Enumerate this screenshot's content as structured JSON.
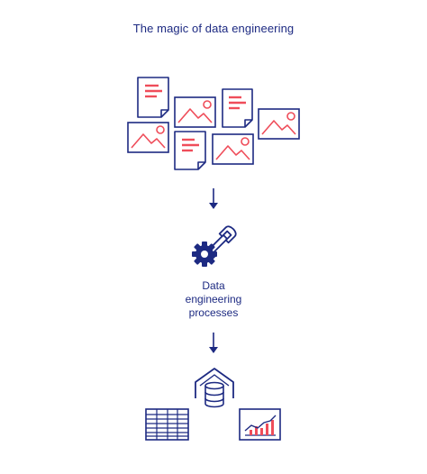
{
  "title": "The magic of data engineering",
  "process": {
    "line1": "Data",
    "line2": "engineering",
    "line3": "processes"
  },
  "colors": {
    "navy": "#1d2a82",
    "accent": "#ef4d5a"
  }
}
